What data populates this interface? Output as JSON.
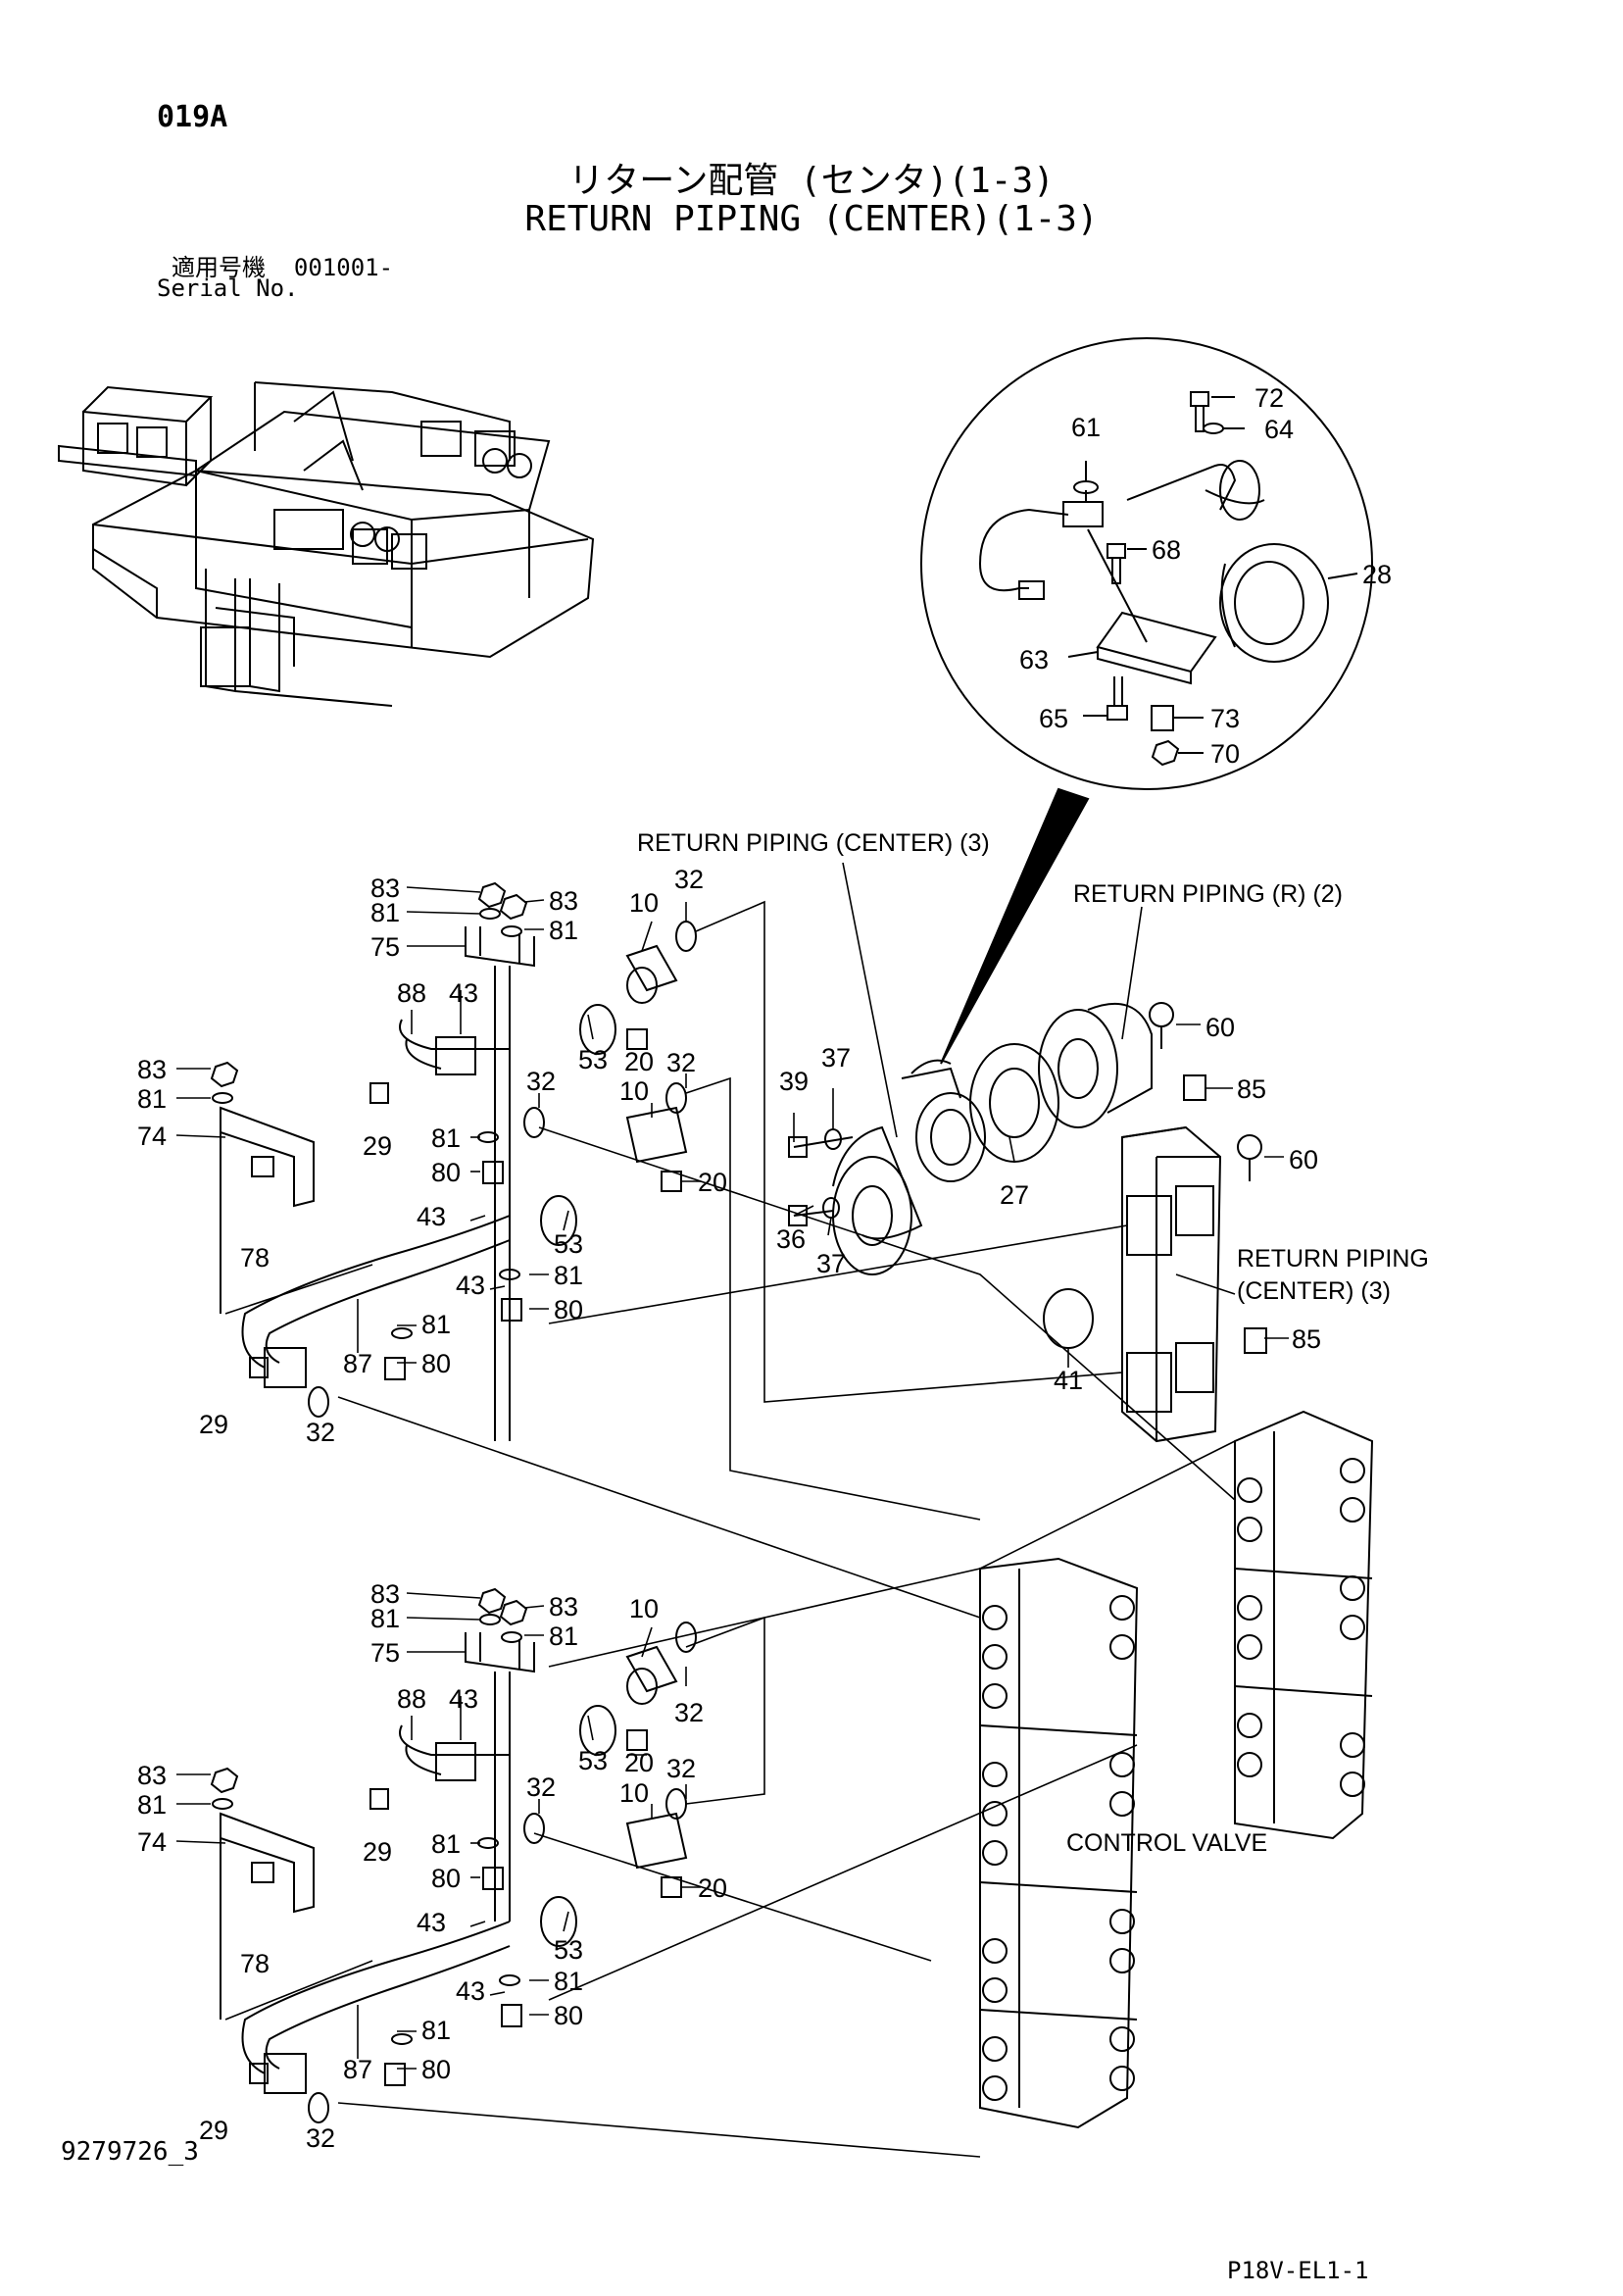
{
  "header": {
    "page_code": "019A",
    "title_jp": "リターン配管 (センタ)(1-3)",
    "title_en": "RETURN PIPING (CENTER)(1-3)",
    "serial_label_jp": "適用号機",
    "serial_value": "001001-",
    "serial_label_en": "Serial No."
  },
  "footer": {
    "doc_number": "9279726_3",
    "ref_code": "P18V-EL1-1"
  },
  "notes": {
    "return_piping_center_3": "RETURN PIPING (CENTER) (3)",
    "return_piping_r_2": "RETURN PIPING (R) (2)",
    "return_piping_line1": "RETURN PIPING",
    "return_piping_line2": "(CENTER) (3)",
    "control_valve": "CONTROL VALVE"
  },
  "callouts": {
    "detail": [
      "72",
      "64",
      "61",
      "68",
      "28",
      "63",
      "65",
      "73",
      "70"
    ],
    "upper_group": [
      "83",
      "81",
      "75",
      "88",
      "43",
      "83",
      "81",
      "74",
      "29",
      "78",
      "81",
      "80",
      "43",
      "87",
      "43",
      "81",
      "80",
      "81",
      "80",
      "29",
      "32",
      "10",
      "32",
      "53",
      "20",
      "32",
      "10",
      "32",
      "53",
      "20"
    ],
    "middle": [
      "39",
      "37",
      "36",
      "37",
      "27",
      "60",
      "85",
      "60",
      "41",
      "85"
    ],
    "lower_group": [
      "83",
      "81",
      "75",
      "88",
      "43",
      "83",
      "81",
      "74",
      "29",
      "78",
      "81",
      "80",
      "43",
      "87",
      "43",
      "81",
      "80",
      "81",
      "80",
      "29",
      "32",
      "10",
      "32",
      "53",
      "20",
      "32",
      "10",
      "32",
      "53",
      "20"
    ]
  }
}
